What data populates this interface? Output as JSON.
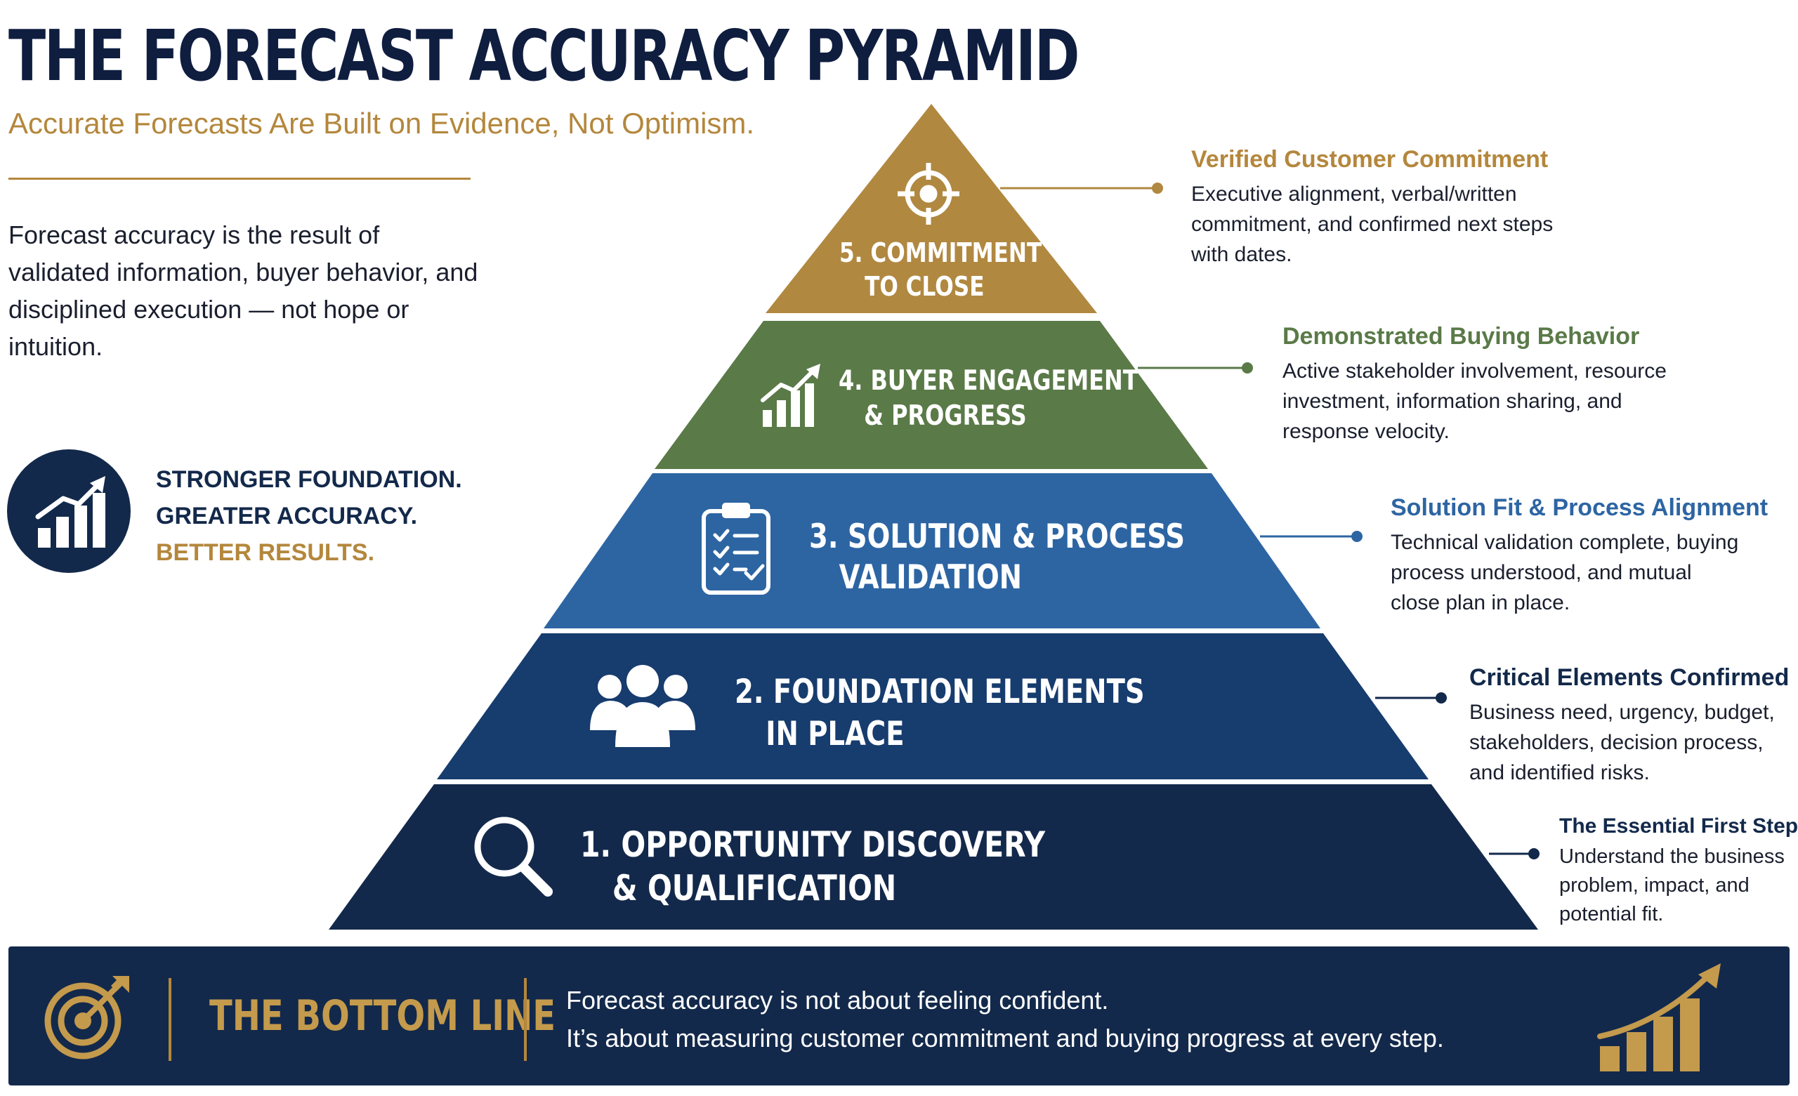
{
  "header": {
    "title": "THE FORECAST ACCURACY PYRAMID",
    "subtitle": "Accurate Forecasts Are Built on Evidence, Not Optimism."
  },
  "intro": {
    "text": "Forecast accuracy is the result of validated information, buyer behavior, and disciplined execution — not hope or intuition."
  },
  "tagline": {
    "line1": "STRONGER FOUNDATION.",
    "line2": "GREATER ACCURACY.",
    "line3": "BETTER RESULTS."
  },
  "pyramid": {
    "levels": [
      {
        "number": "1.",
        "line1": "OPPORTUNITY DISCOVERY",
        "line2": "& QUALIFICATION",
        "color": "#13294b",
        "icon": "magnifier-icon",
        "callout_title": "The Essential First Step",
        "callout_lines": [
          "Understand the business",
          "problem, impact, and",
          "potential fit."
        ]
      },
      {
        "number": "2.",
        "line1": "FOUNDATION ELEMENTS",
        "line2": "IN PLACE",
        "color": "#173c6e",
        "icon": "people-group-icon",
        "callout_title": "Critical Elements Confirmed",
        "callout_lines": [
          "Business need, urgency, budget,",
          "stakeholders, decision process,",
          "and identified risks."
        ]
      },
      {
        "number": "3.",
        "line1": "SOLUTION & PROCESS",
        "line2": "VALIDATION",
        "color": "#2d65a3",
        "icon": "clipboard-checklist-icon",
        "callout_title": "Solution Fit & Process Alignment",
        "callout_lines": [
          "Technical validation complete, buying",
          "process understood, and mutual",
          "close plan in place."
        ]
      },
      {
        "number": "4.",
        "line1": "BUYER ENGAGEMENT",
        "line2": "& PROGRESS",
        "color": "#5a7a48",
        "icon": "growth-chart-icon",
        "callout_title": "Demonstrated Buying Behavior",
        "callout_lines": [
          "Active stakeholder involvement, resource",
          "investment, information sharing, and",
          "response velocity."
        ]
      },
      {
        "number": "5.",
        "line1": "COMMITMENT",
        "line2": "TO CLOSE",
        "color": "#b08840",
        "icon": "target-crosshair-icon",
        "callout_title": "Verified Customer Commitment",
        "callout_lines": [
          "Executive alignment, verbal/written",
          "commitment, and confirmed next steps",
          "with dates."
        ]
      }
    ]
  },
  "bottom_line": {
    "title": "THE BOTTOM LINE",
    "line1": "Forecast accuracy is not about feeling confident.",
    "line2": "It’s about measuring customer commitment and buying progress at every step."
  },
  "colors": {
    "navy": "#13294b",
    "gold": "#b4873c",
    "green_text": "#5a7a48",
    "blue_text": "#2d65a3"
  }
}
